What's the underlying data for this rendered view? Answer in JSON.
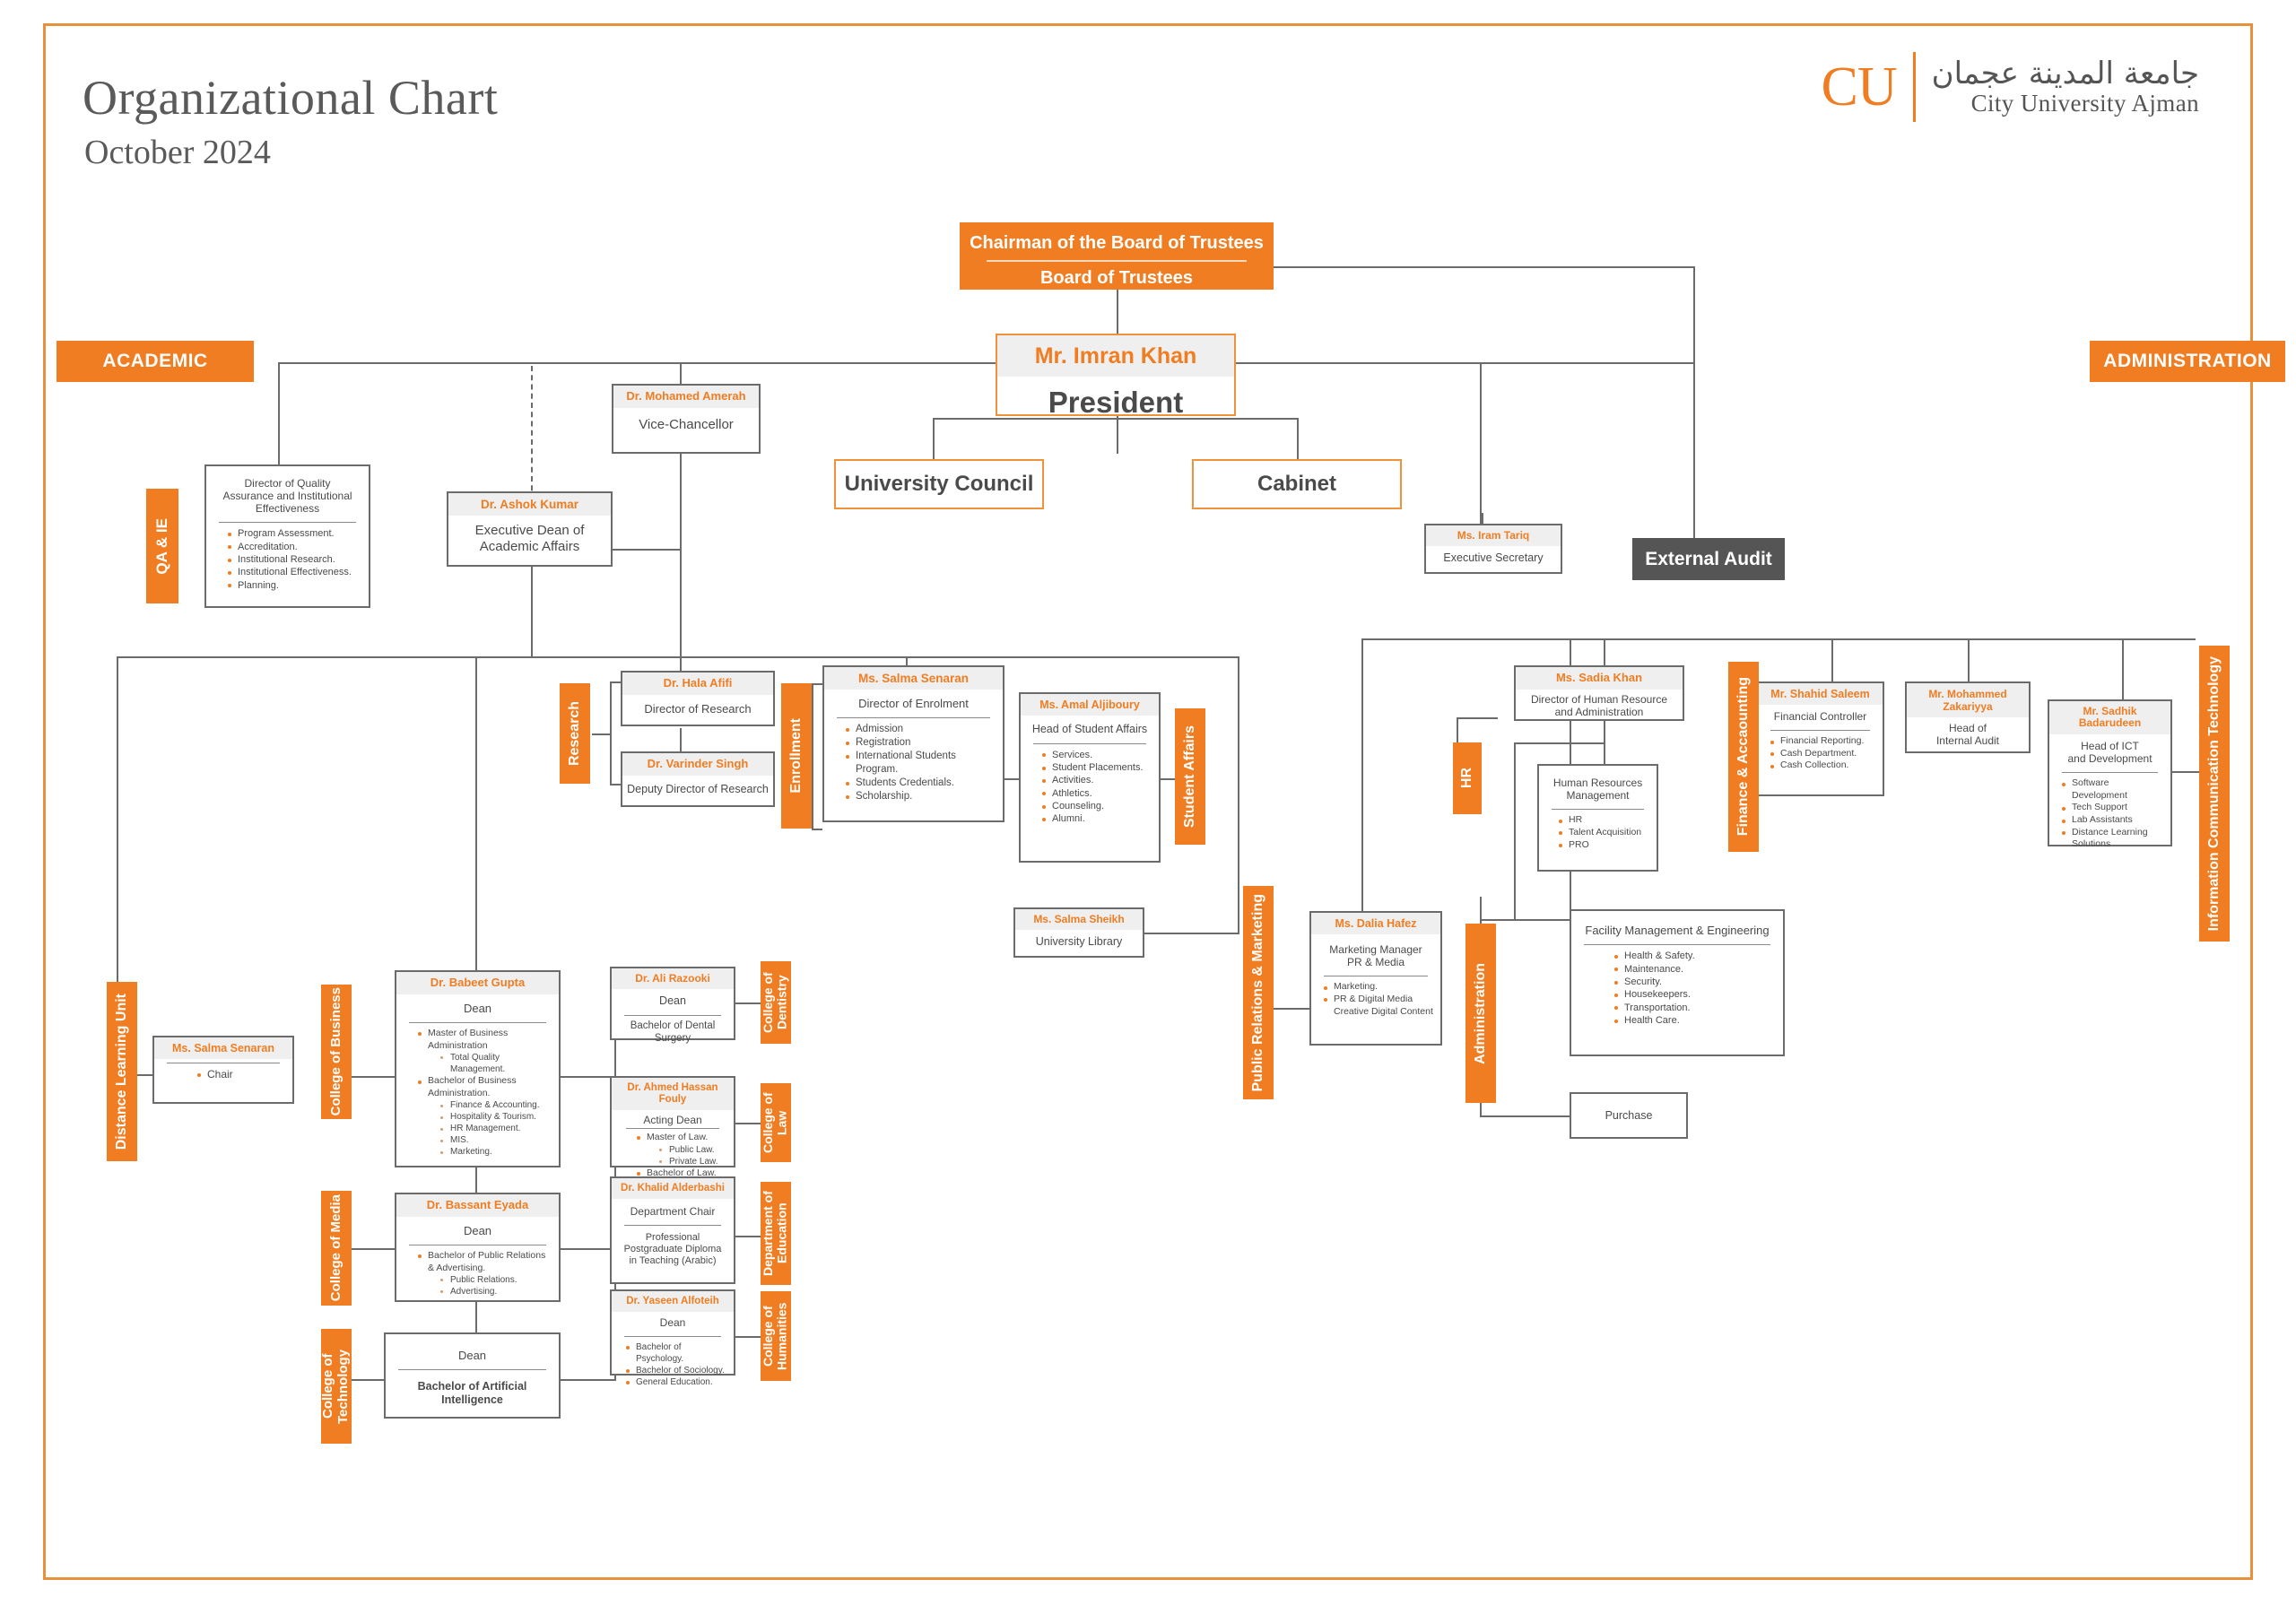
{
  "header": {
    "title": "Organizational Chart",
    "subtitle": "October 2024",
    "logo_mark": "CU",
    "logo_arabic": "جامعة المدينة عجمان",
    "logo_english": "City University Ajman"
  },
  "section_labels": {
    "academic": "ACADEMIC",
    "administration": "ADMINISTRATION"
  },
  "colors": {
    "orange": "#F07D22",
    "dark_gray": "#555555",
    "border_gray": "#6b6b6b",
    "name_band": "#efefef",
    "frame": "#E8913C"
  },
  "top": {
    "board_chairman": "Chairman of the Board of Trustees",
    "board_of_trustees": "Board of Trustees",
    "president_name": "Mr. Imran Khan",
    "president_role": "President",
    "university_council": "University Council",
    "cabinet": "Cabinet",
    "external_audit": "External Audit"
  },
  "nodes": {
    "vice_chancellor": {
      "name": "Dr. Mohamed Amerah",
      "role": "Vice-Chancellor"
    },
    "exec_dean": {
      "name": "Dr. Ashok Kumar",
      "role": "Executive Dean of\nAcademic Affairs"
    },
    "exec_secretary": {
      "name": "Ms. Iram Tariq",
      "role": "Executive Secretary"
    },
    "qaie": {
      "tab": "QA & IE",
      "role": "Director of Quality\nAssurance and Institutional\nEffectiveness",
      "items": [
        "Program Assessment.",
        "Accreditation.",
        "Institutional Research.",
        "Institutional Effectiveness.",
        "Planning."
      ]
    },
    "research": {
      "tab": "Research",
      "director": {
        "name": "Dr. Hala Afifi",
        "role": "Director of Research"
      },
      "deputy": {
        "name": "Dr. Varinder Singh",
        "role": "Deputy Director of Research"
      }
    },
    "enrollment": {
      "tab": "Enrollment",
      "name": "Ms. Salma Senaran",
      "role": "Director of Enrolment",
      "items": [
        "Admission",
        "Registration",
        "International Students Program.",
        "Students Credentials.",
        "Scholarship."
      ]
    },
    "student_affairs": {
      "tab": "Student Affairs",
      "name": "Ms. Amal Aljiboury",
      "role": "Head of Student Affairs",
      "items": [
        "Services.",
        "Student Placements.",
        "Activities.",
        "Athletics.",
        "Counseling.",
        "Alumni."
      ]
    },
    "library": {
      "name": "Ms. Salma Sheikh",
      "role": "University Library"
    },
    "distance_learning": {
      "tab": "Distance Learning Unit",
      "name": "Ms. Salma Senaran",
      "items": [
        "Chair"
      ]
    },
    "hr_director": {
      "tab": "HR",
      "name": "Ms. Sadia Khan",
      "role": "Director of Human Resource\nand Administration"
    },
    "hr_management": {
      "role": "Human Resources\nManagement",
      "items": [
        "HR",
        "Talent Acquisition",
        "PRO"
      ]
    },
    "finance": {
      "tab": "Finance & Accaounting",
      "name": "Mr. Shahid Saleem",
      "role": "Financial Controller",
      "items": [
        "Financial Reporting.",
        "Cash Department.",
        "Cash Collection."
      ]
    },
    "internal_audit": {
      "name": "Mr. Mohammed Zakariyya",
      "role": "Head of\nInternal Audit"
    },
    "ict": {
      "tab": "Information Communication Technology",
      "name": "Mr. Sadhik Badarudeen",
      "role": "Head of ICT\nand Development",
      "items": [
        "Software Development",
        "Tech Support",
        "Lab Assistants",
        "Distance Learning Solutions"
      ]
    },
    "marketing": {
      "tab": "Public Relations & Marketing",
      "name": "Ms. Dalia Hafez",
      "role": "Marketing Manager\nPR & Media",
      "items": [
        "Marketing.",
        "PR & Digital Media Creative Digital Content"
      ]
    },
    "facility": {
      "tab": "Administration",
      "role": "Facility Management & Engineering",
      "items": [
        "Health & Safety.",
        "Maintenance.",
        "Security.",
        "Housekeepers.",
        "Transportation.",
        "Health Care."
      ]
    },
    "purchase": {
      "role": "Purchase"
    }
  },
  "colleges": {
    "business": {
      "tab": "College of Business",
      "name": "Dr. Babeet Gupta",
      "role": "Dean",
      "items": [
        {
          "text": "Master of  Business Administration",
          "sub": [
            "Total Quality Management."
          ]
        },
        {
          "text": "Bachelor of  Business Administration.",
          "sub": [
            "Finance & Accounting.",
            "Hospitality & Tourism.",
            "HR Management.",
            "MIS.",
            "Marketing."
          ]
        }
      ]
    },
    "media": {
      "tab": "College of Media",
      "name": "Dr. Bassant Eyada",
      "role": "Dean",
      "items": [
        {
          "text": "Bachelor of Public Relations & Advertising.",
          "sub": [
            "Public Relations.",
            "Advertising."
          ]
        }
      ]
    },
    "technology": {
      "tab": "College of Technology",
      "name": "",
      "role": "Dean",
      "program": "Bachelor of Artificial Intelligence"
    },
    "dentistry": {
      "tab": "College of Dentistry",
      "name": "Dr. Ali Razooki",
      "role": "Dean",
      "program": "Bachelor of Dental Surgery"
    },
    "law": {
      "tab": "College of Law",
      "name": "Dr. Ahmed Hassan Fouly",
      "role": "Acting Dean",
      "items": [
        {
          "text": "Master of Law.",
          "sub": [
            "Public Law.",
            "Private Law."
          ]
        },
        {
          "text": "Bachelor of Law.",
          "sub": []
        }
      ]
    },
    "education": {
      "tab": "Department of Education",
      "name": "Dr. Khalid Alderbashi",
      "role": "Department Chair",
      "program": "Professional\nPostgraduate Diploma\nin Teaching (Arabic)"
    },
    "humanities": {
      "tab": "College of Humanities",
      "name": "Dr. Yaseen Alfoteih",
      "role": "Dean",
      "items": [
        "Bachelor of Psychology.",
        "Bachelor of Sociology.",
        "General Education."
      ]
    }
  }
}
